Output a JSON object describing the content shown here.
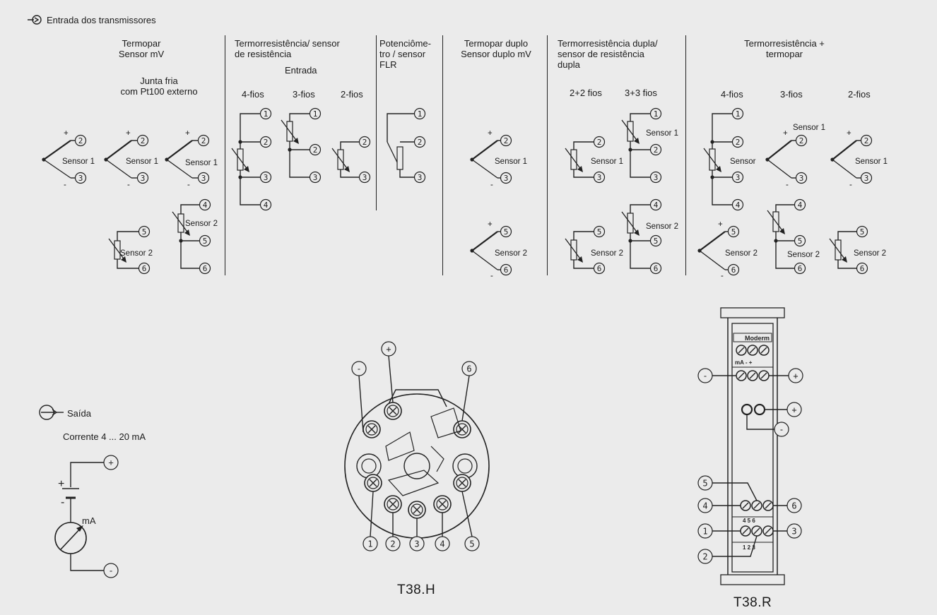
{
  "header": {
    "title": "Entrada dos transmissores"
  },
  "cols": {
    "c1": {
      "title1": "Termopar",
      "title2": "Sensor mV",
      "sub1": "Junta fria",
      "sub2": "com Pt100 externo"
    },
    "c2": {
      "title1": "Termorresistência/ sensor",
      "title2": "de resistência",
      "sub": "Entrada",
      "w4": "4-fios",
      "w3": "3-fios",
      "w2": "2-fios"
    },
    "c3": {
      "title1": "Potenciôme-",
      "title2": "tro / sensor",
      "title3": "FLR"
    },
    "c4": {
      "title1": "Termopar duplo",
      "title2": "Sensor duplo mV"
    },
    "c5": {
      "title1": "Termorresistência dupla/",
      "title2": "sensor de resistência",
      "title3": "dupla",
      "w22": "2+2 fios",
      "w33": "3+3 fios"
    },
    "c6": {
      "title1": "Termorresistência +",
      "title2": "termopar",
      "w4": "4-fios",
      "w3": "3-fios",
      "w2": "2-fios"
    }
  },
  "labels": {
    "s1": "Sensor 1",
    "s2": "Sensor 2",
    "sensor": "Sensor",
    "plus": "+",
    "minus": "-"
  },
  "terminals": {
    "t1": "1",
    "t2": "2",
    "t3": "3",
    "t4": "4",
    "t5": "5",
    "t6": "6",
    "plus": "+",
    "minus": "-"
  },
  "output": {
    "title": "Saída",
    "current": "Corrente 4 ... 20 mA",
    "meter": "mA",
    "plus": "+",
    "minus": "-"
  },
  "models": {
    "head": "T38.H",
    "rail": "T38.R"
  },
  "rail_labels": {
    "brand": "Moderm",
    "ma": "mA",
    "minus": "-",
    "plus": "+",
    "r456": "4 5 6",
    "r123": "1 2 3"
  }
}
